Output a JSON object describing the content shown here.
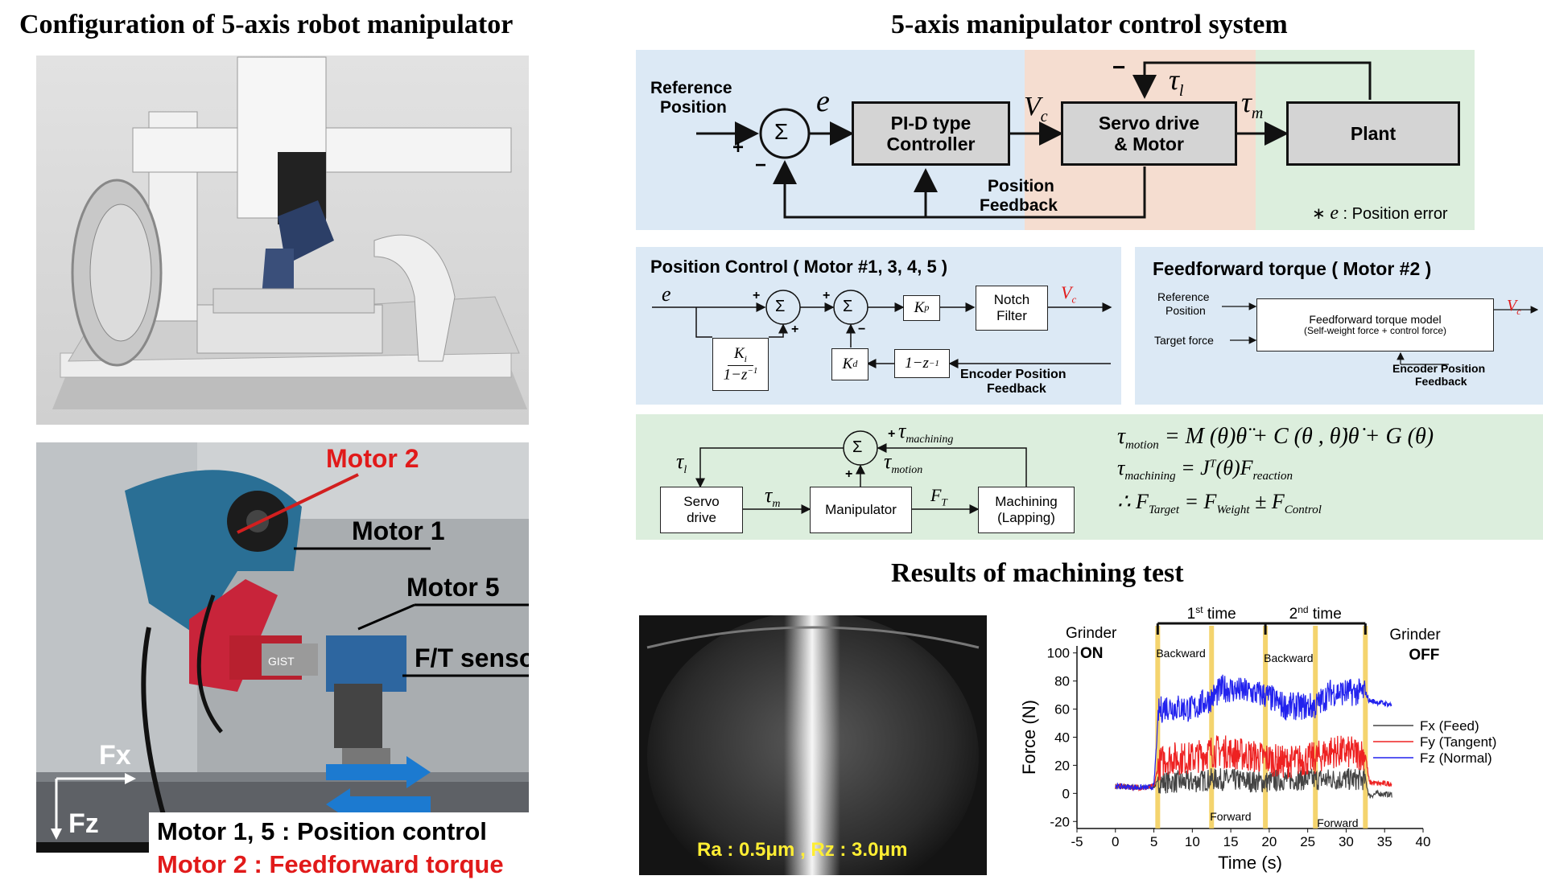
{
  "left": {
    "title": "Configuration of 5-axis robot manipulator",
    "photo_labels": {
      "motor2": "Motor 2",
      "motor1": "Motor 1",
      "motor5": "Motor 5",
      "ft_sensor": "F/T sensor",
      "fx": "Fx",
      "fz": "Fz",
      "gist": "GIST"
    },
    "caption_line1": "Motor 1, 5 : Position control",
    "caption_line2": "Motor 2 : Feedforward torque"
  },
  "control": {
    "title": "5-axis manipulator control system",
    "reference_position_1": "Reference",
    "reference_position_2": "Position",
    "plus": "+",
    "minus": "−",
    "e": "e",
    "vc": "V",
    "vc_sub": "c",
    "tau_l": "τ",
    "tau_l_sub": "l",
    "tau_m": "τ",
    "tau_m_sub": "m",
    "sigma": "Σ",
    "controller_1": "PI-D type",
    "controller_2": "Controller",
    "servo_1": "Servo drive",
    "servo_2": "& Motor",
    "plant": "Plant",
    "feedback_1": "Position",
    "feedback_2": "Feedback",
    "note_star": "∗",
    "note_e": "e",
    "note_text": ": Position error",
    "colors": {
      "blue": "#dce9f5",
      "peach": "#f5ddd0",
      "green": "#dceedd"
    }
  },
  "position_control": {
    "title": "Position Control  ( Motor #1, 3, 4, 5 )",
    "e": "e",
    "ki": "K",
    "ki_sub": "i",
    "ki_den": "1−z",
    "ki_exp": "−1",
    "kp": "K",
    "kp_sub": "p",
    "kd": "K",
    "kd_sub": "d",
    "diff": "1−z",
    "diff_exp": "−1",
    "notch_1": "Notch",
    "notch_2": "Filter",
    "vc": "V",
    "vc_sub": "c",
    "encoder_1": "Encoder Position",
    "encoder_2": "Feedback"
  },
  "feedforward": {
    "title": "Feedforward torque ( Motor #2 )",
    "ref_1": "Reference",
    "ref_2": "Position",
    "target": "Target force",
    "model_1": "Feedforward  torque model",
    "model_2": "(Self-weight force + control force)",
    "vc": "V",
    "vc_sub": "c",
    "encoder_1": "Encoder Position",
    "encoder_2": "Feedback"
  },
  "torque": {
    "tau_machining_sub": "machining",
    "tau_motion_sub": "motion",
    "tau_l_sub": "l",
    "tau_m_sub": "m",
    "ft": "F",
    "ft_sub": "T",
    "servo_1": "Servo",
    "servo_2": "drive",
    "manipulator": "Manipulator",
    "machining_1": "Machining",
    "machining_2": "(Lapping)",
    "eq1": "= M (θ)θ̈ + C (θ , θ̇)θ̇ + G (θ)",
    "eq2_rhs": "= J",
    "eq2_sup": "T",
    "eq2_tail": "(θ)F",
    "eq2_sub": "reaction",
    "eq3_prefix": "∴  F",
    "eq3_sub1": "Target",
    "eq3_mid": " = F",
    "eq3_sub2": "Weight",
    "eq3_pm": " ± F",
    "eq3_sub3": "Control"
  },
  "results": {
    "title": "Results of machining test",
    "photo_caption": "Ra : 0.5μm , Rz : 3.0μm"
  },
  "chart_data": {
    "type": "line",
    "xlabel": "Time (s)",
    "ylabel": "Force (N)",
    "xlim": [
      -5,
      40
    ],
    "ylim": [
      -25,
      105
    ],
    "x_ticks": [
      -5,
      0,
      5,
      10,
      15,
      20,
      25,
      30,
      35,
      40
    ],
    "y_ticks": [
      -20,
      0,
      20,
      40,
      60,
      80,
      100
    ],
    "legend_position": "right",
    "series": [
      {
        "name": "Fx (Feed)",
        "color": "#444444",
        "x": [
          0,
          4,
          5,
          5.6,
          6.5,
          10,
          12.5,
          14,
          19.5,
          22,
          26,
          28,
          32.5,
          33,
          34,
          36
        ],
        "values": [
          5,
          4,
          5,
          8,
          8,
          8,
          10,
          10,
          8,
          10,
          10,
          10,
          10,
          -2,
          0,
          -1
        ]
      },
      {
        "name": "Fy (Tangent)",
        "color": "#ee2222",
        "x": [
          0,
          4,
          5,
          5.6,
          6.5,
          10,
          12.5,
          14,
          19.5,
          22,
          26,
          28,
          32.5,
          33,
          34,
          36
        ],
        "values": [
          5,
          4,
          5,
          20,
          25,
          25,
          30,
          30,
          25,
          22,
          25,
          30,
          28,
          8,
          7,
          7
        ]
      },
      {
        "name": "Fz (Normal)",
        "color": "#2222ee",
        "x": [
          0,
          4,
          5,
          5.6,
          6.5,
          10,
          12.5,
          14,
          19.5,
          22,
          26,
          28,
          32.5,
          33,
          34,
          36
        ],
        "values": [
          5,
          4,
          5,
          58,
          62,
          60,
          68,
          75,
          70,
          62,
          62,
          72,
          72,
          66,
          65,
          63
        ]
      }
    ],
    "phase_lines": [
      5.5,
      12.5,
      19.5,
      26,
      32.5
    ],
    "annotations": {
      "grinder_on_1": "Grinder",
      "grinder_on_2": "ON",
      "grinder_off_1": "Grinder",
      "grinder_off_2": "OFF",
      "first": "1",
      "first_sup": "st",
      "first_tail": " time",
      "second": "2",
      "second_sup": "nd",
      "second_tail": " time",
      "backward": "Backward",
      "forward": "Forward"
    }
  }
}
